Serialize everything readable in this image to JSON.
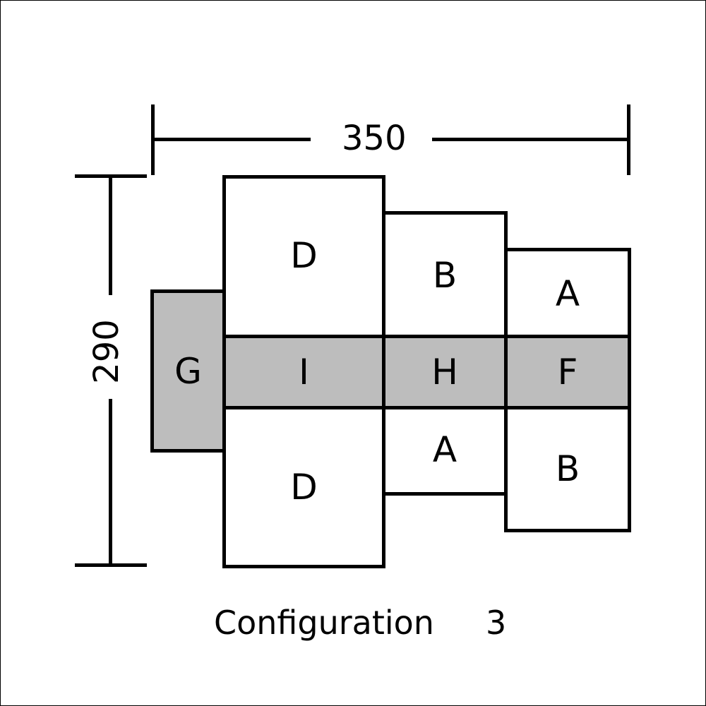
{
  "dimensions": {
    "width_label": "350",
    "height_label": "290"
  },
  "blocks": {
    "d_top": "D",
    "b_top": "B",
    "a_top": "A",
    "g": "G",
    "i": "I",
    "h": "H",
    "f": "F",
    "d_bottom": "D",
    "a_bottom": "A",
    "b_bottom": "B"
  },
  "caption": {
    "text": "Configuration",
    "number": "3"
  }
}
